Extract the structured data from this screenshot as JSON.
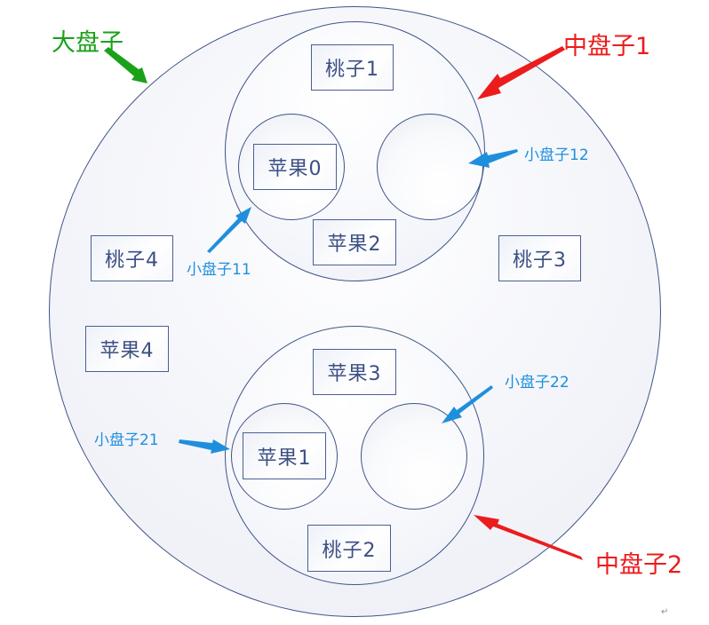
{
  "diagram": {
    "type": "nested-plates",
    "colors": {
      "plate_stroke": "#3f5488",
      "fruit_text": "#3c4f84",
      "big_label": "#1aa11a",
      "mid_label": "#ec1c1c",
      "small_label": "#1e8fdc"
    },
    "big_plate": {
      "label": "大盘子",
      "fruits": {
        "peach3": "桃子3",
        "peach4": "桃子4",
        "apple4": "苹果4"
      }
    },
    "mid_plate_1": {
      "label": "中盘子1",
      "fruits": {
        "peach1": "桃子1",
        "apple2": "苹果2"
      },
      "small_plate_11": {
        "label": "小盘子11",
        "fruits": {
          "apple0": "苹果0"
        }
      },
      "small_plate_12": {
        "label": "小盘子12"
      }
    },
    "mid_plate_2": {
      "label": "中盘子2",
      "fruits": {
        "apple3": "苹果3",
        "peach2": "桃子2"
      },
      "small_plate_21": {
        "label": "小盘子21",
        "fruits": {
          "apple1": "苹果1"
        }
      },
      "small_plate_22": {
        "label": "小盘子22"
      }
    },
    "paragraph_mark": "↵"
  }
}
